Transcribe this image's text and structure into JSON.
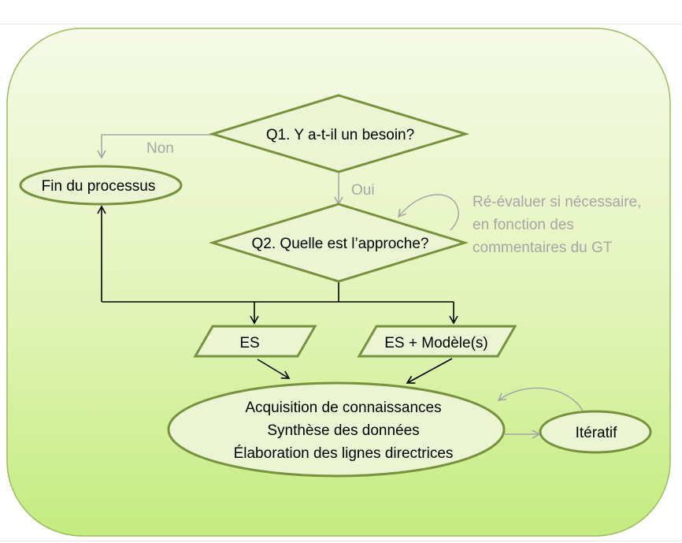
{
  "diagram": {
    "q1": "Q1. Y a-t-il un besoin?",
    "q2": "Q2. Quelle est l’approche?",
    "end": "Fin du processus",
    "no_label": "Non",
    "yes_label": "Oui",
    "note_lines": [
      "Ré-évaluer si nécessaire,",
      "en fonction des",
      "commentaires du GT"
    ],
    "option_es": "ES",
    "option_es_models": "ES + Modèle(s)",
    "process_lines": [
      "Acquisition de connaissances",
      "Synthèse des données",
      "Élaboration des lignes directrices"
    ],
    "iterative": "Itératif"
  },
  "colors": {
    "shape_stroke": "#76923c",
    "shape_fill": "#ebf5d3",
    "panel_stroke": "#9bbb59",
    "panel_top": "#f4f9e4",
    "panel_bottom": "#c6ec84",
    "gray_arrow": "#a6a6a6",
    "black_arrow": "#000000"
  }
}
